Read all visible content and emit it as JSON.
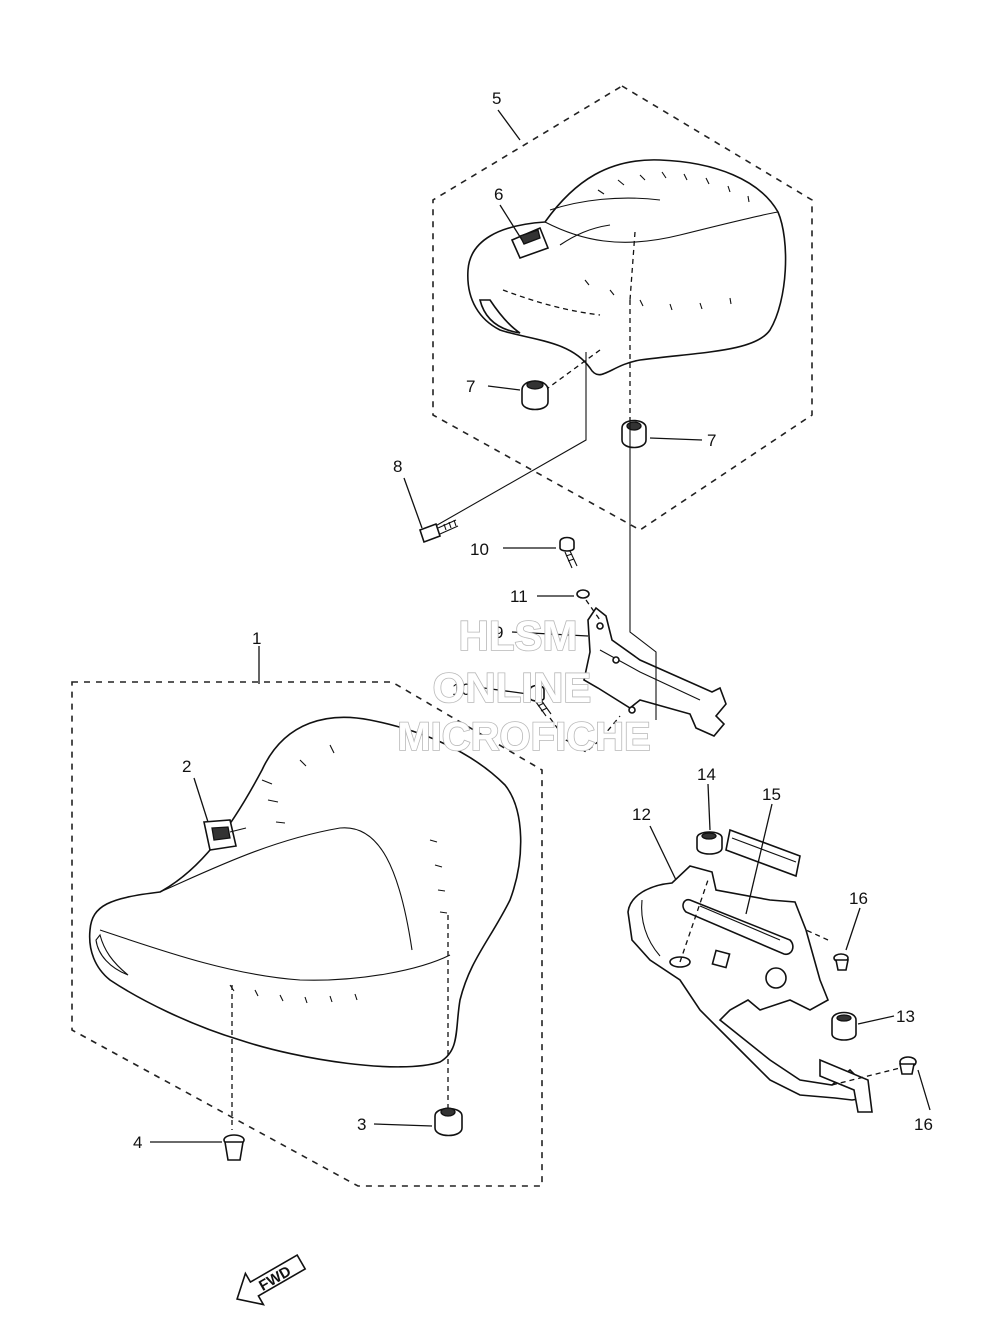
{
  "watermark": {
    "line1": "HLSM",
    "line2": "ONLINE",
    "line3": "MICROFICHE"
  },
  "direction_label": "FWD",
  "callouts": {
    "c1": "1",
    "c2": "2",
    "c3": "3",
    "c4": "4",
    "c5": "5",
    "c6": "6",
    "c7a": "7",
    "c7b": "7",
    "c8": "8",
    "c9": "9",
    "c10a": "10",
    "c10b": "10",
    "c11": "11",
    "c12": "12",
    "c13": "13",
    "c14": "14",
    "c15": "15",
    "c16a": "16",
    "c16b": "16"
  }
}
